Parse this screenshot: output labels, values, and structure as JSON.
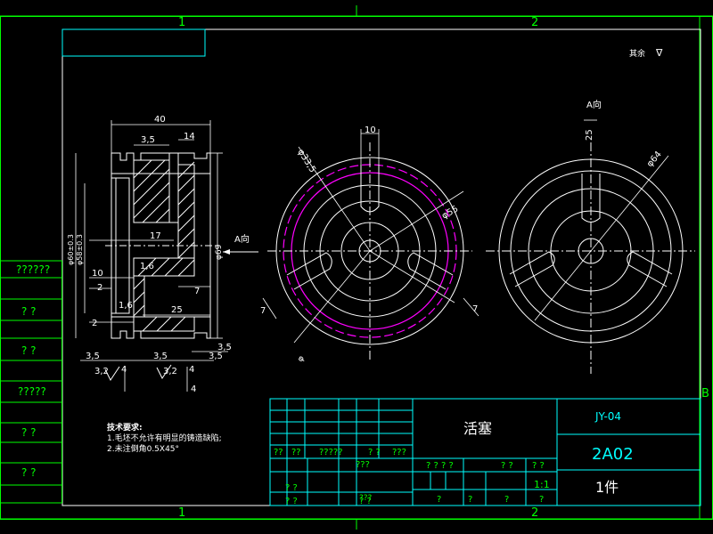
{
  "drawing": {
    "zone_top_1": "1",
    "zone_top_2": "2",
    "zone_bottom_1": "1",
    "zone_bottom_2": "2",
    "zone_right_b": "B",
    "roughness_note": "其余",
    "roughness_symbol": "∇",
    "view_label_top": "A向",
    "view_arrow_label": "A向"
  },
  "section_view": {
    "dim_40": "40",
    "dim_3_5_top": "3,5",
    "dim_14": "14",
    "dim_17": "17",
    "dim_1_6a": "1,6",
    "dim_10": "10",
    "dim_2a": "2",
    "dim_7": "7",
    "dim_1_6b": "1,6",
    "dim_25": "25",
    "dim_2b": "2",
    "dim_3_5_l": "3,5",
    "dim_3_5_m": "3,5",
    "dim_3_5_r": "3,5",
    "dim_3_5_r2": "3,5",
    "dim_3_2a": "3,2",
    "dim_3_2b": "3,2",
    "dim_4a": "4",
    "dim_4b": "4",
    "dim_4c": "4",
    "dim_phi69": "φ69",
    "dim_phi60": "φ60±0.3",
    "dim_phi58": "φ58±0.3"
  },
  "front_view": {
    "dim_10": "10",
    "dim_phi33_5": "φ33,5",
    "dim_phi55": "φ55",
    "dim_7a": "7",
    "dim_7b": "7",
    "dim_phi": "φ"
  },
  "back_view": {
    "dim_25": "25",
    "dim_phi64": "φ64"
  },
  "left_panel": {
    "rows": [
      "??????",
      "?  ?",
      "?  ?",
      "?????",
      "?  ?",
      "?  ?"
    ]
  },
  "tech_notes": {
    "heading": "技术要求:",
    "line1": "1.毛坯不允许有明显的铸造缺陷;",
    "line2": "2.未注倒角0.5X45°"
  },
  "title_block": {
    "part_name": "活塞",
    "drawing_no": "JY-04",
    "material": "2A02",
    "quantity": "1件",
    "scale": "1:1",
    "row_a": [
      "??",
      "??",
      "?????",
      "???",
      "?  ?",
      "???"
    ],
    "row_b": [
      "? ? ? ?",
      "?  ?",
      "? ?"
    ],
    "row_c": [
      "?  ?",
      "?  ?",
      "? ?",
      "???"
    ],
    "row_d": [
      "?",
      "?",
      "?",
      "?"
    ]
  }
}
